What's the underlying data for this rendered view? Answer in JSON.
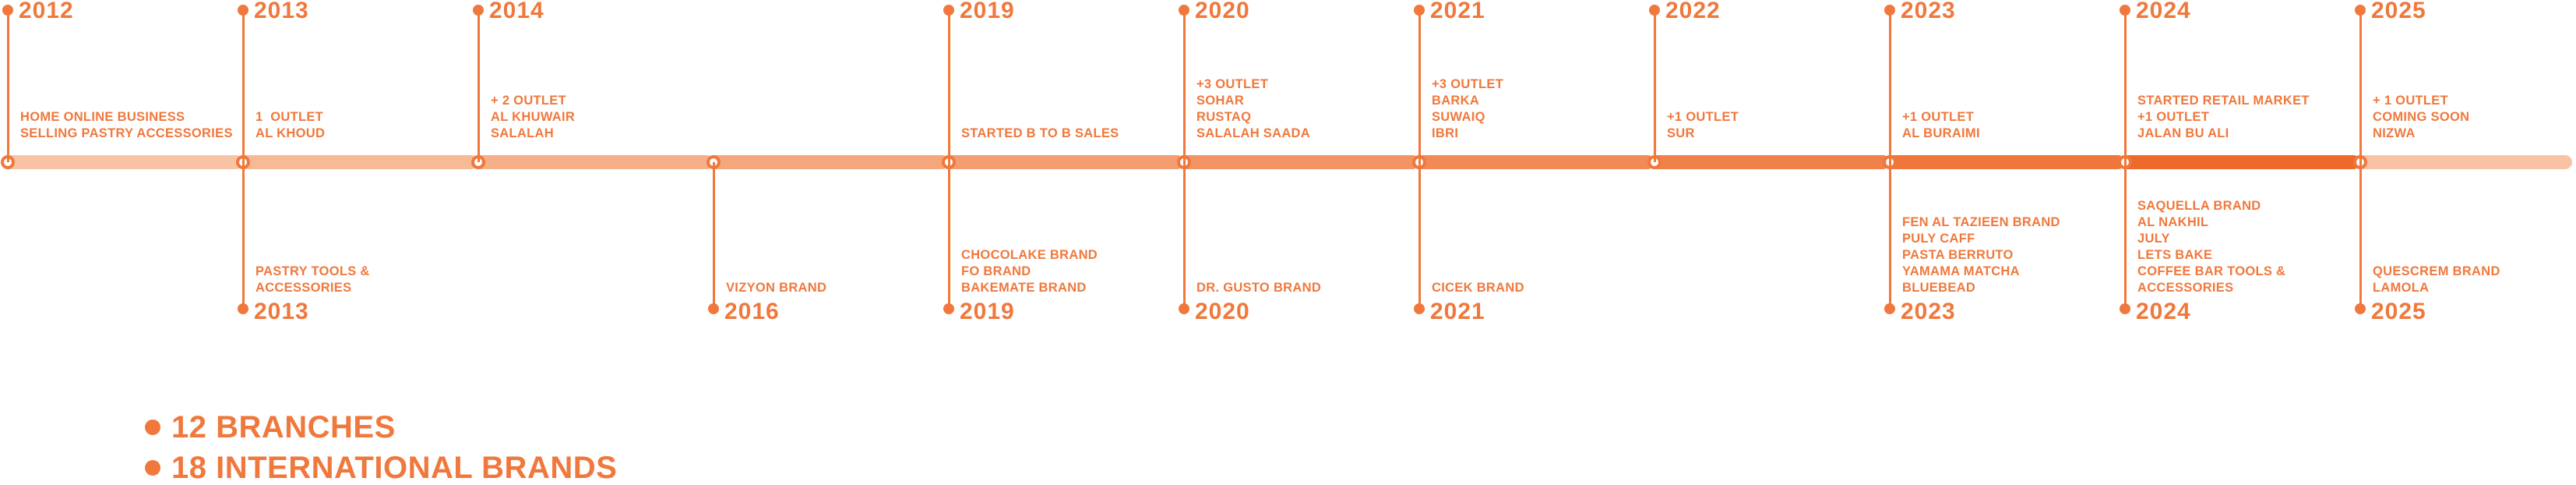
{
  "colors": {
    "accent": "#F0783C",
    "bar_gradient": [
      "#F7C3A4",
      "#F6BA97",
      "#F5B08A",
      "#F4A77D",
      "#F39D70",
      "#F29463",
      "#F18A56",
      "#F08149",
      "#EF773C",
      "#EE6A2A"
    ]
  },
  "milestones": [
    {
      "year": "2012",
      "above": "HOME ONLINE BUSINESS\nSELLING PASTRY ACCESSORIES"
    },
    {
      "year": "2013",
      "above": "1  OUTLET\nAL KHOUD",
      "below": "PASTRY TOOLS &\nACCESSORIES",
      "below_year": "2013"
    },
    {
      "year": "2014",
      "above": "+ 2 OUTLET\nAL KHUWAIR\nSALALAH"
    },
    {
      "below": "VIZYON BRAND",
      "below_year": "2016"
    },
    {
      "year": "2019",
      "above": "STARTED B TO B SALES",
      "below": "CHOCOLAKE BRAND\nFO BRAND\nBAKEMATE BRAND",
      "below_year": "2019"
    },
    {
      "year": "2020",
      "above": "+3 OUTLET\nSOHAR\nRUSTAQ\nSALALAH SAADA",
      "below": "DR. GUSTO BRAND",
      "below_year": "2020"
    },
    {
      "year": "2021",
      "above": "+3 OUTLET\nBARKA\nSUWAIQ\nIBRI",
      "below": "CICEK BRAND",
      "below_year": "2021"
    },
    {
      "year": "2022",
      "above": "+1 OUTLET\nSUR"
    },
    {
      "year": "2023",
      "above": "+1 OUTLET\nAL BURAIMI",
      "below": "FEN AL TAZIEEN BRAND\nPULY CAFF\nPASTA BERRUTO\nYAMAMA MATCHA\nBLUEBEAD",
      "below_year": "2023"
    },
    {
      "year": "2024",
      "above": "STARTED RETAIL MARKET\n+1 OUTLET\nJALAN BU ALI",
      "below": "SAQUELLA BRAND\nAL NAKHIL\nJULY\nLETS BAKE\nCOFFEE BAR TOOLS &\nACCESSORIES",
      "below_year": "2024"
    },
    {
      "year": "2025",
      "above": "+ 1 OUTLET\nCOMING SOON\nNIZWA",
      "below": "QUESCREM BRAND\nLAMOLA",
      "below_year": "2025"
    }
  ],
  "stats": [
    "12 BRANCHES",
    "18 INTERNATIONAL BRANDS"
  ]
}
